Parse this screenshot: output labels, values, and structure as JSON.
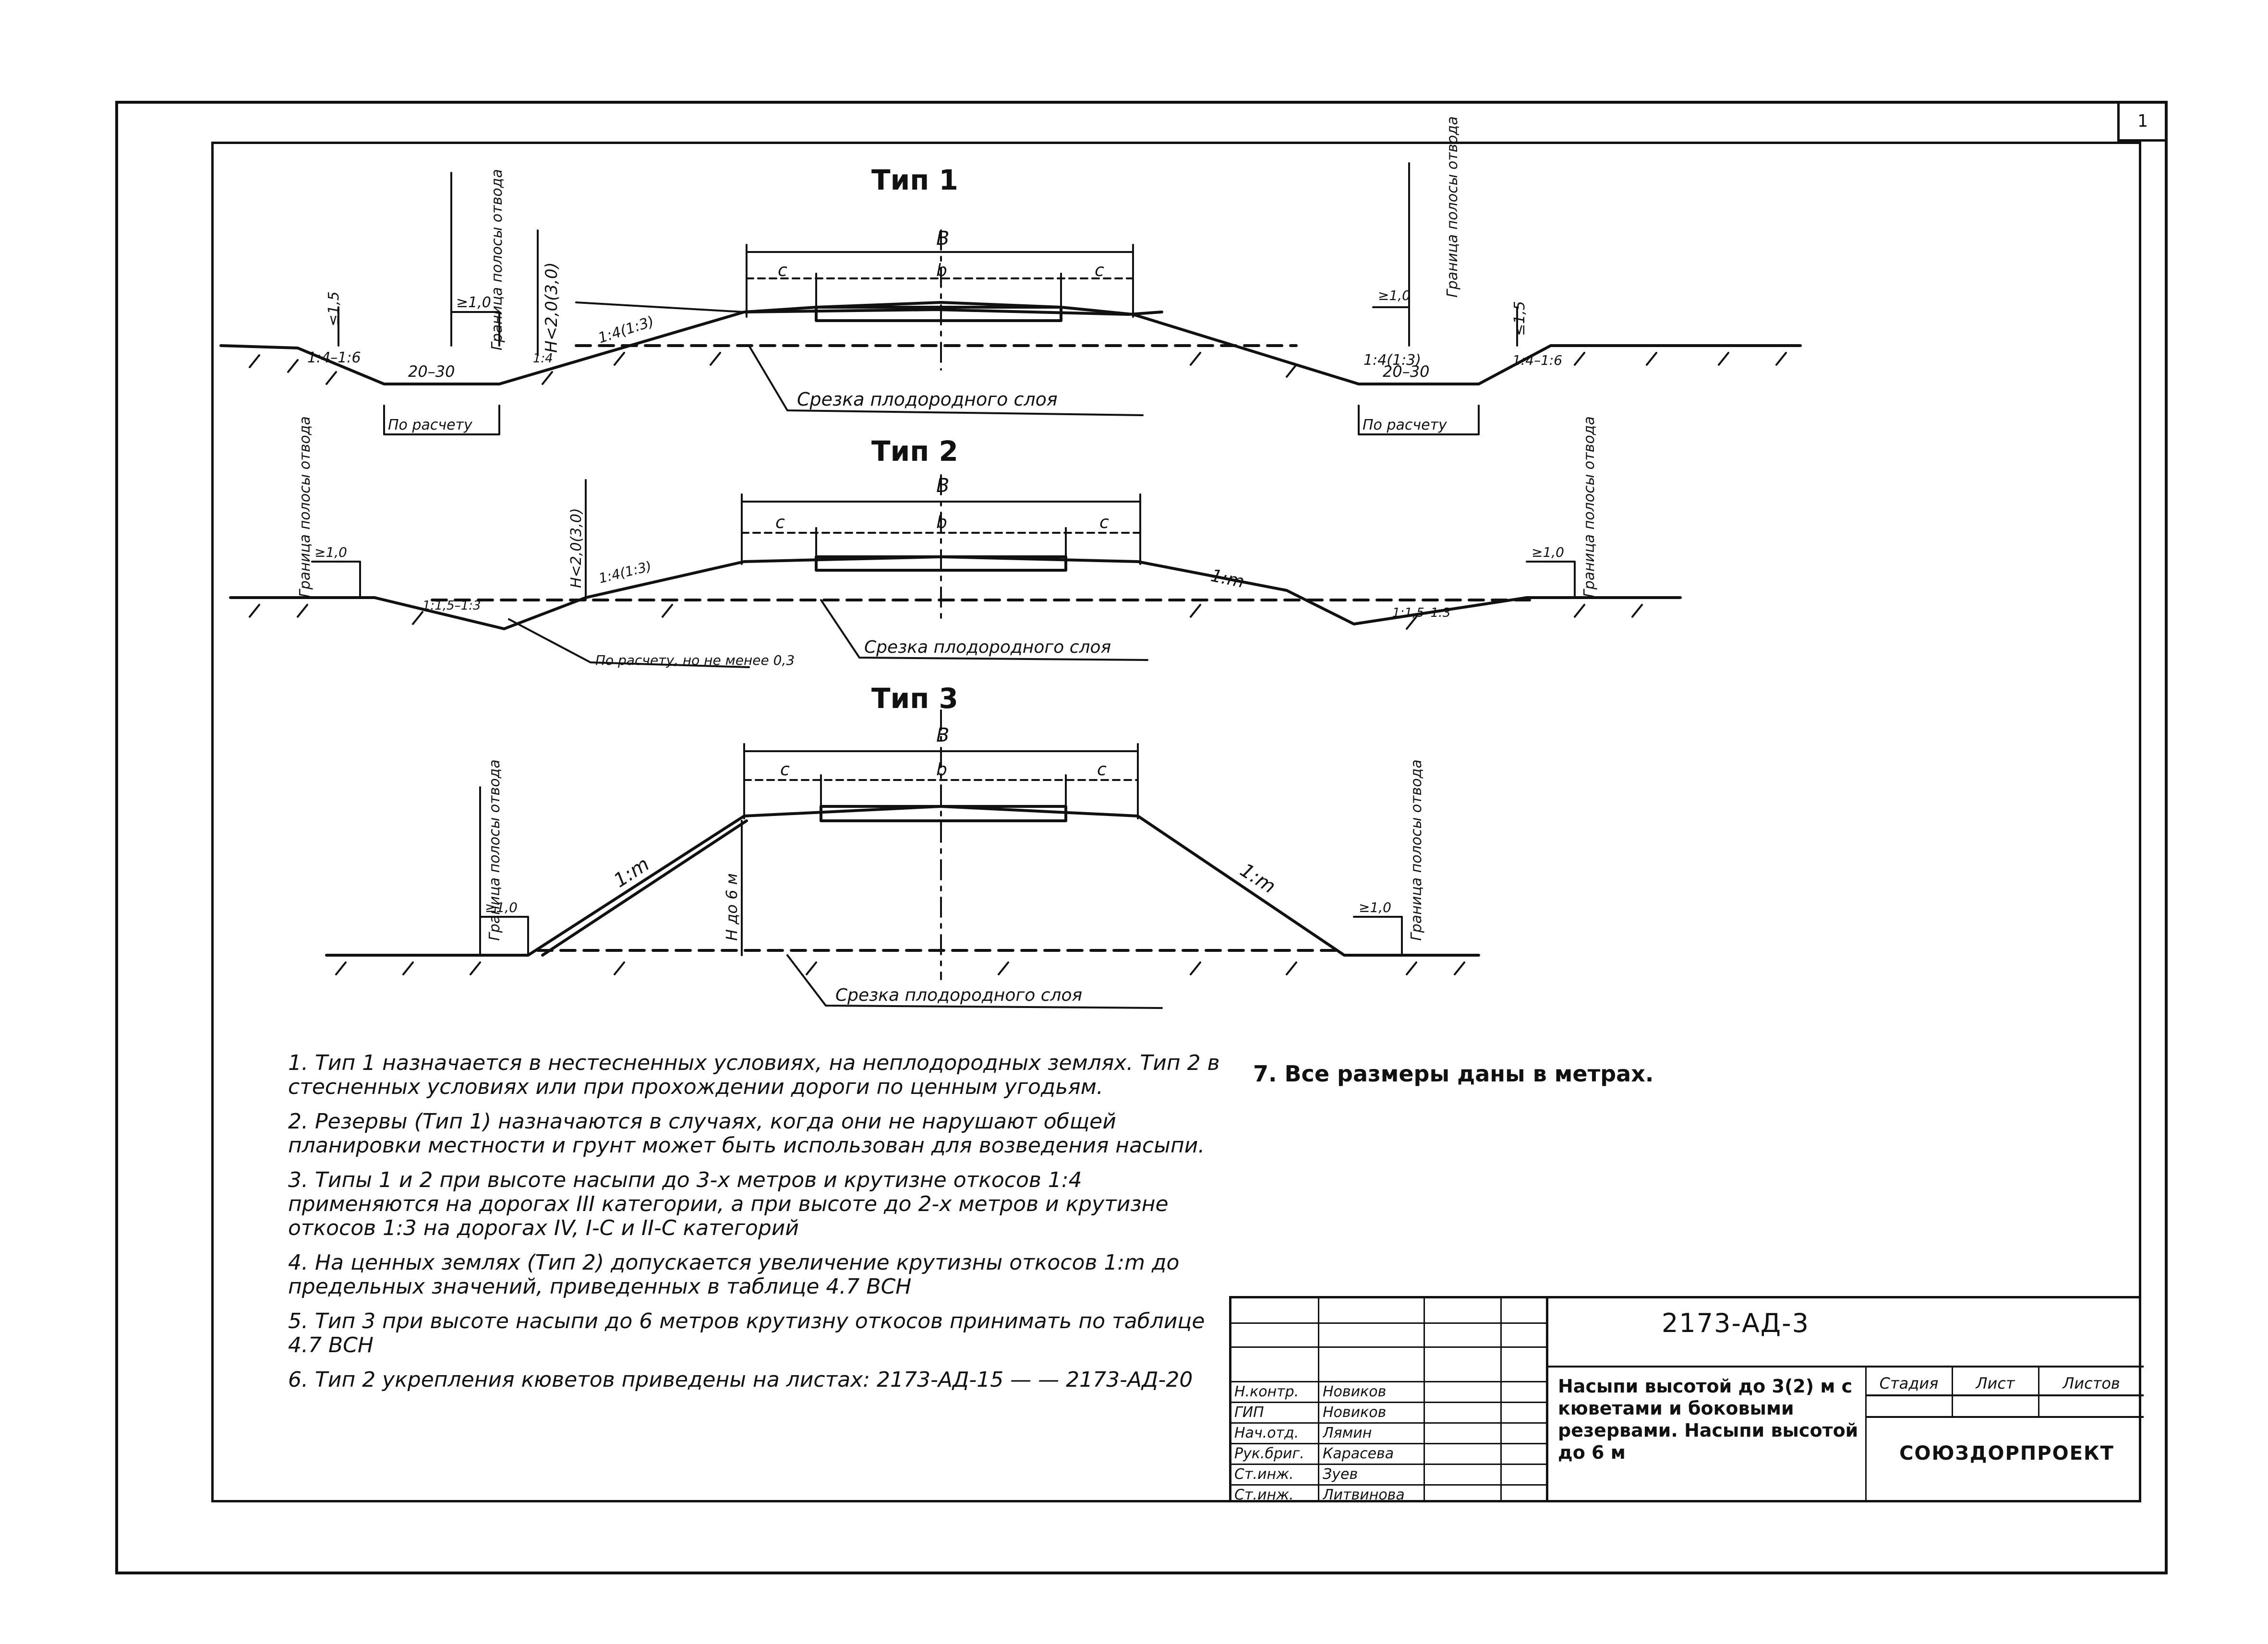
{
  "sheet_corner": "1",
  "types": [
    {
      "title": "Тип 1"
    },
    {
      "title": "Тип 2"
    },
    {
      "title": "Тип 3"
    }
  ],
  "labels": {
    "B": "В",
    "b": "b",
    "c": "с",
    "boundary_strip": "Граница полосы отвода",
    "ge_1_0": "≥1,0",
    "le_1_5": "≤1,5",
    "slope_1_4_1_6": "1:4–1:6",
    "range_20_30": "20–30",
    "slope_1_4": "1:4",
    "slope_1_4_1_3": "1:4(1:3)",
    "h_2_0_3_0": "H<2,0(3,0)",
    "by_calc": "По расчету",
    "by_calc_min": "По расчету, но не менее 0,3",
    "topsoil_cut": "Срезка плодородного слоя",
    "slope_1_m": "1:m",
    "slope_1_5_1_3": "1:1,5–1:3",
    "slope_1_1_5_1_3": "1:1,5–1:3",
    "h_to_6m": "H до 6 м"
  },
  "notes": [
    "1. Тип 1 назначается в нестесненных условиях, на неплодородных землях. Тип 2 в стесненных условиях или при прохождении дороги по ценным угодьям.",
    "2. Резервы (Тип 1) назначаются в случаях, когда они не нарушают общей планировки местности и грунт может быть использован для возведения насыпи.",
    "3. Типы 1 и 2 при высоте насыпи до 3-х метров и крутизне откосов 1:4 применяются на дорогах III категории, а при высоте до 2-х метров и крутизне откосов 1:3 на дорогах IV, I-С и II-С категорий",
    "4. На ценных землях (Тип 2) допускается увеличение крутизны откосов 1:m до предельных значений, приведенных в таблице 4.7 ВСН",
    "5. Тип 3 при высоте насыпи до 6 метров крутизну откосов принимать по таблице 4.7 ВСН",
    "6. Тип 2 укрепления кюветов приведены на листах: 2173-АД-15 — — 2173-АД-20"
  ],
  "note7": "7. Все размеры даны в метрах.",
  "stamp": {
    "doc_code": "2173-АД-3",
    "title": "Насыпи высотой до 3(2) м с кюветами и боковыми резервами. Насыпи высотой до 6 м",
    "stage_headers": [
      "Стадия",
      "Лист",
      "Листов"
    ],
    "organization": "СОЮЗДОРПРОЕКТ",
    "signatures": [
      {
        "role": "Н.контр.",
        "name": "Новиков"
      },
      {
        "role": "ГИП",
        "name": "Новиков"
      },
      {
        "role": "Нач.отд.",
        "name": "Лямин"
      },
      {
        "role": "Рук.бриг.",
        "name": "Карасева"
      },
      {
        "role": "Ст.инж.",
        "name": "Зуев"
      },
      {
        "role": "Ст.инж.",
        "name": "Литвинова"
      }
    ]
  }
}
